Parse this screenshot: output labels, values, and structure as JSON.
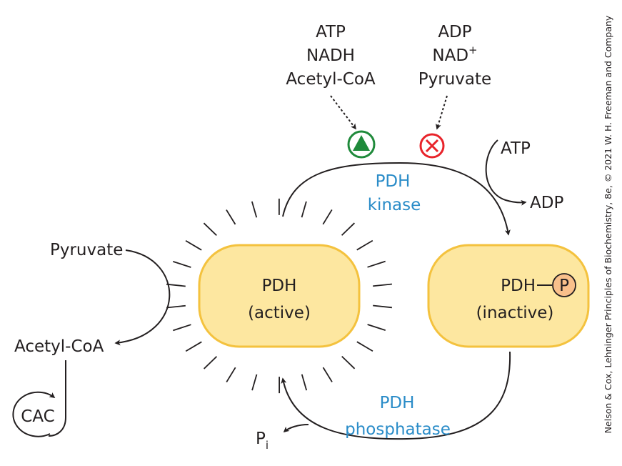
{
  "activators": [
    "ATP",
    "NADH",
    "Acetyl-CoA"
  ],
  "inhibitors": {
    "line1": "ADP",
    "line2": "NAD",
    "line2_sup": "+",
    "line3": "Pyruvate"
  },
  "kinase": {
    "line1": "PDH",
    "line2": "kinase",
    "atp": "ATP",
    "adp": "ADP"
  },
  "phosphatase": {
    "line1": "PDH",
    "line2": "phosphatase",
    "pi": "P",
    "pi_sub": "i"
  },
  "active": {
    "line1": "PDH",
    "line2": "(active)"
  },
  "inactive": {
    "line1": "PDH",
    "phospho": "P",
    "line2": "(inactive)"
  },
  "left": {
    "pyruvate": "Pyruvate",
    "acetyl_coa": "Acetyl-CoA",
    "cac": "CAC"
  },
  "credit": "Nelson & Cox, Lehninger Principles of Biochemistry, 8e, © 2021 W. H. Freeman and Company",
  "colors": {
    "enzyme_fill": "#fde7a0",
    "enzyme_stroke": "#f4c23e",
    "phospho_fill": "#f9c08b",
    "activator": "#1f8a3b",
    "inhibitor": "#e8232a",
    "enzyme_label": "#2a8cc8"
  }
}
